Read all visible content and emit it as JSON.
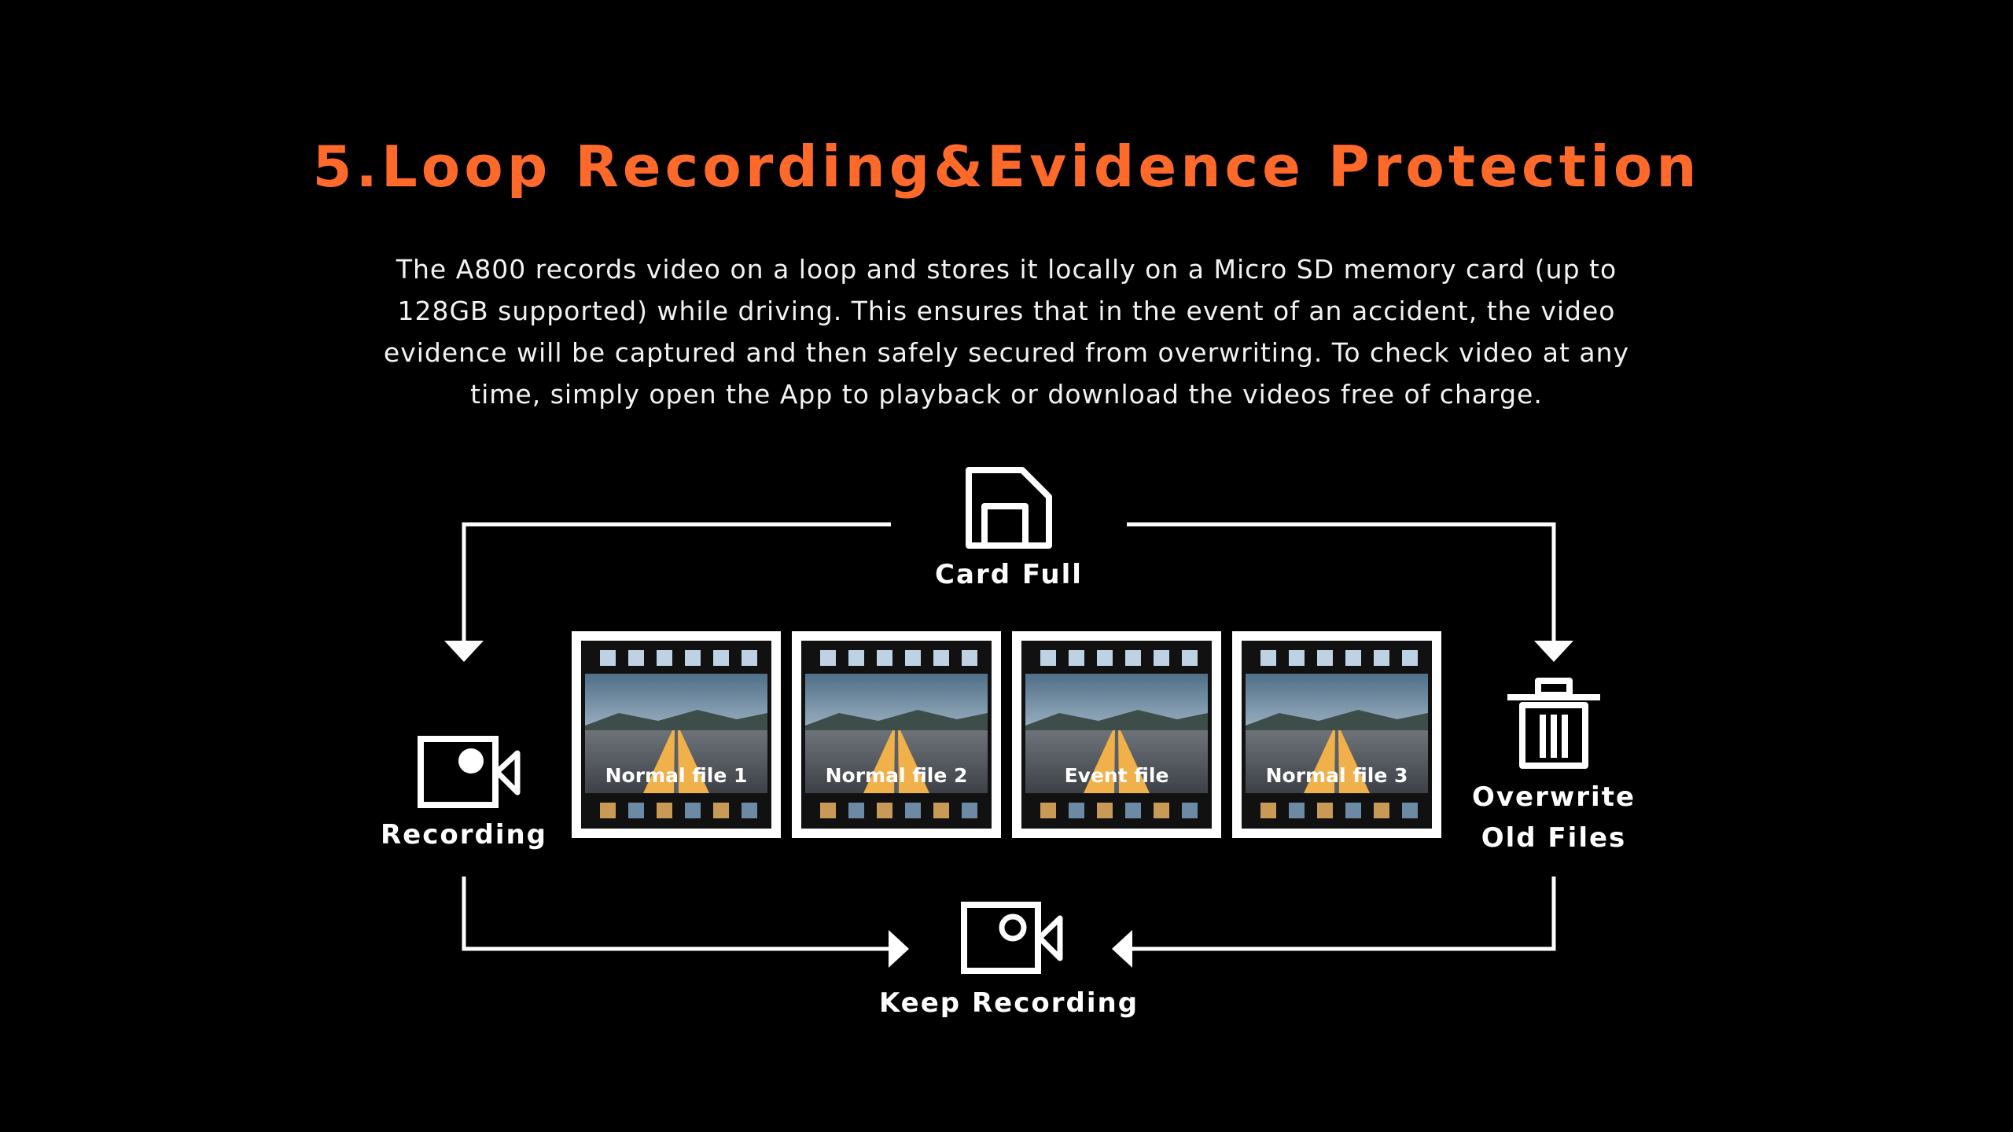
{
  "title": "5.Loop Recording&Evidence Protection",
  "description": "The A800 records video on a loop and stores it locally on a Micro SD memory card (up to 128GB supported) while driving. This ensures that in the event of an accident, the video evidence will be captured and then safely secured from overwriting. To check video at any time, simply open the App to playback or download the videos free of charge.",
  "nodes": {
    "card_full": "Card Full",
    "recording": "Recording",
    "overwrite_line1": "Overwrite",
    "overwrite_line2": "Old Files",
    "keep_recording": "Keep Recording"
  },
  "film_frames": [
    {
      "label": "Normal file 1"
    },
    {
      "label": "Normal file 2"
    },
    {
      "label": "Event file"
    },
    {
      "label": "Normal file 3"
    }
  ],
  "icons": {
    "card_full": "sd-card-icon",
    "recording": "video-camera-icon",
    "overwrite": "trash-icon",
    "keep_recording": "video-camera-icon"
  },
  "colors": {
    "accent": "#ff6a2a",
    "background": "#000000",
    "foreground": "#ffffff"
  }
}
